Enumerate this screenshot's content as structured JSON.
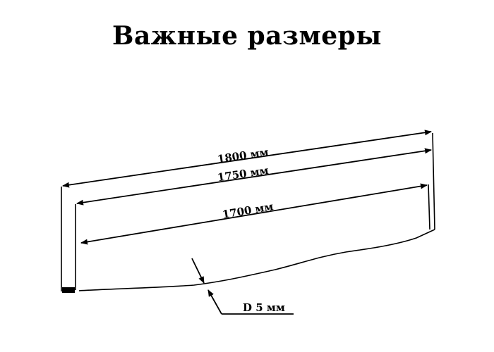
{
  "title": "Важные размеры",
  "dimensions": {
    "outer": "1800 мм",
    "middle": "1750 мм",
    "inner": "1700 мм",
    "cable": "D 5 мм"
  },
  "colors": {
    "ink": "#000000",
    "background": "#ffffff"
  }
}
